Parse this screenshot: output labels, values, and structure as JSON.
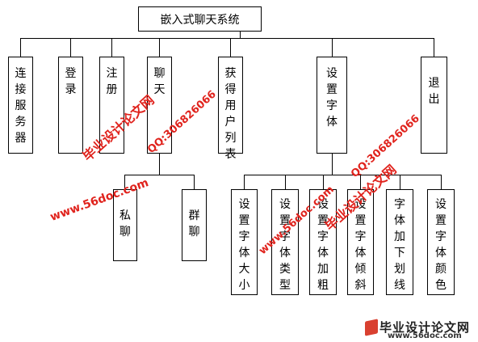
{
  "diagram": {
    "root": {
      "label": "嵌入式聊天系统"
    },
    "level1": [
      {
        "label": "连接服务器"
      },
      {
        "label": "登录"
      },
      {
        "label": "注册"
      },
      {
        "label": "聊天"
      },
      {
        "label": "获得用户列表"
      },
      {
        "label": "设置字体"
      },
      {
        "label": "退出"
      }
    ],
    "chat_children": [
      {
        "label": "私聊"
      },
      {
        "label": "群聊"
      }
    ],
    "font_children": [
      {
        "label": "设置字体大小"
      },
      {
        "label": "设置字体类型"
      },
      {
        "label": "设置字体加粗"
      },
      {
        "label": "设置字体倾斜"
      },
      {
        "label": "字体加下划线"
      },
      {
        "label": "设置字体颜色"
      }
    ]
  },
  "watermarks": {
    "cn_site": "毕业设计论文网",
    "url": "www.56doc.com",
    "qq": "QQ:306826066",
    "footer_cn": "毕业设计论文网",
    "footer_url": "www.56doc.com"
  }
}
